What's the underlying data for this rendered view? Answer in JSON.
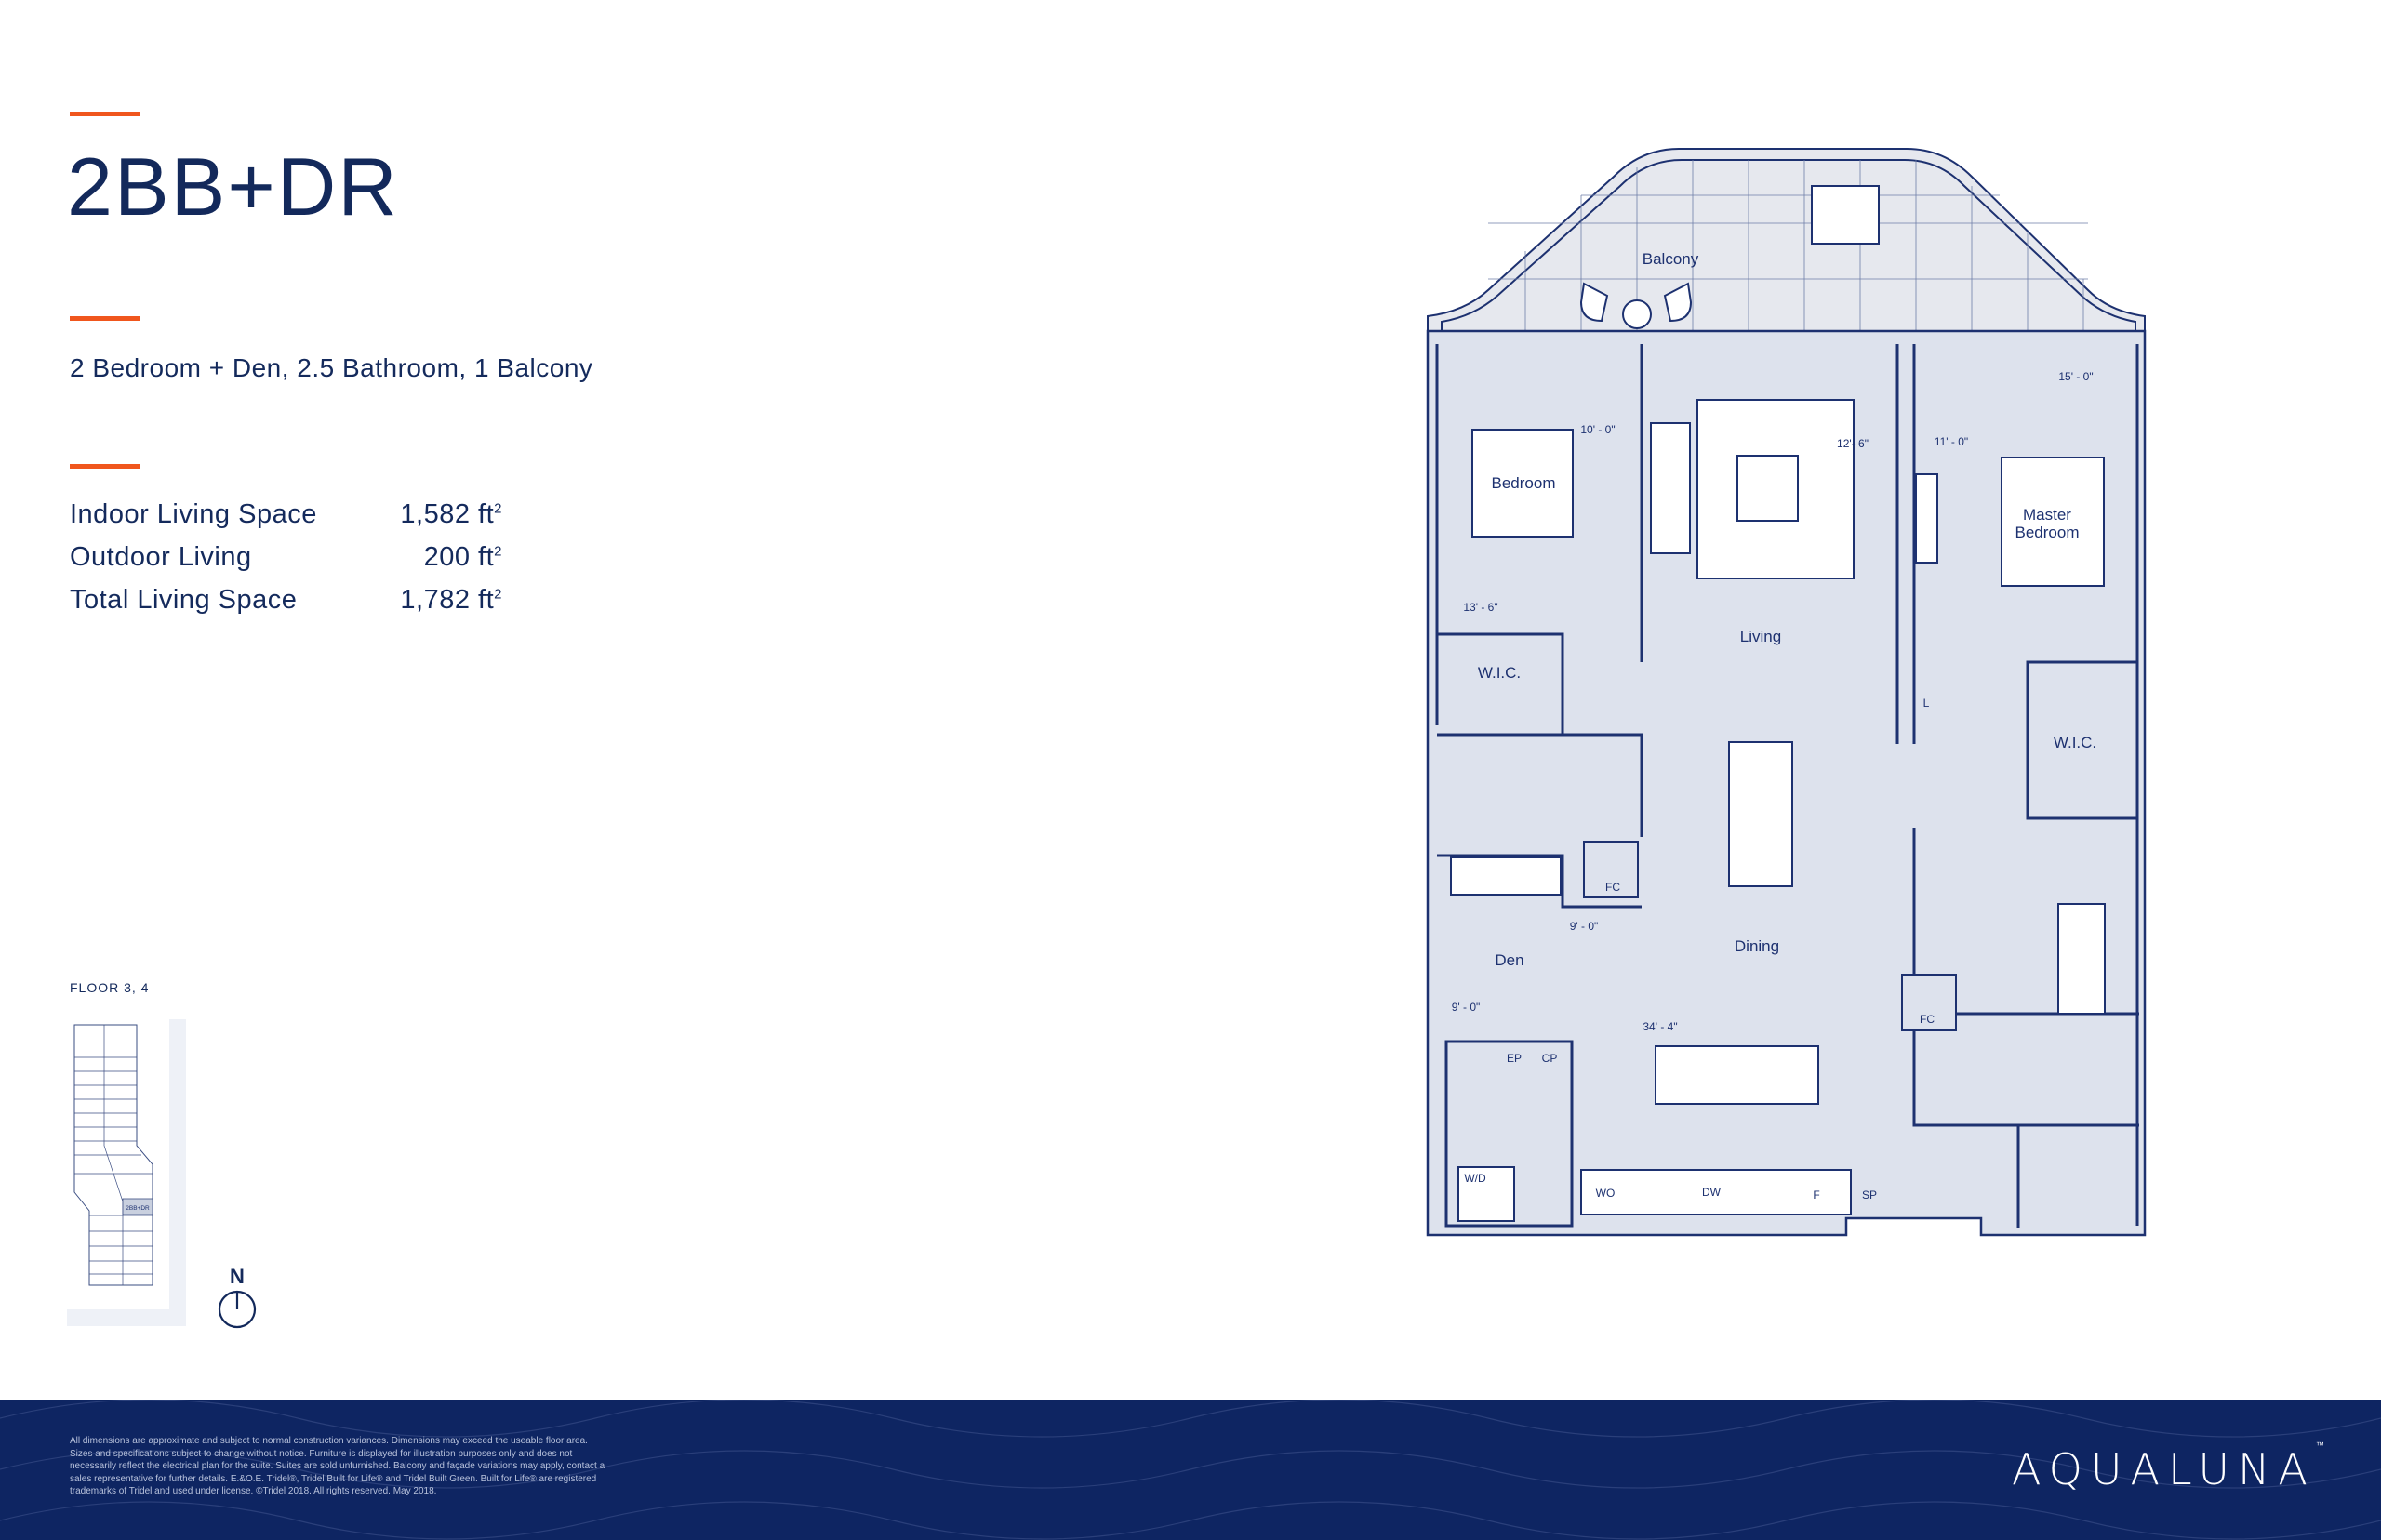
{
  "unit": {
    "title": "2BB+DR",
    "subtitle": "2 Bedroom + Den, 2.5 Bathroom, 1 Balcony",
    "stats": [
      {
        "label": "Indoor Living Space",
        "value": "1,582 ft",
        "unit_sup": "2"
      },
      {
        "label": "Outdoor Living",
        "value": "200 ft",
        "unit_sup": "2"
      },
      {
        "label": "Total Living Space",
        "value": "1,782 ft",
        "unit_sup": "2"
      }
    ]
  },
  "keyplan": {
    "floor_label": "FLOOR 3, 4",
    "unit_label": "2BB+DR",
    "compass_label": "N"
  },
  "plan": {
    "rooms": {
      "balcony": "Balcony",
      "bedroom": "Bedroom",
      "living": "Living",
      "master_1": "Master",
      "master_2": "Bedroom",
      "wic_left": "W.I.C.",
      "wic_right": "W.I.C.",
      "den": "Den",
      "dining": "Dining"
    },
    "dimensions": {
      "bedroom": "10' - 0\"",
      "bedroom_depth": "13' - 6\"",
      "living": "12'- 6\"",
      "master": "11' - 0\"",
      "master_depth": "15' - 0\"",
      "den": "9' - 0\"",
      "den_depth": "9' - 0\"",
      "overall": "34' - 4\""
    },
    "fixtures": {
      "fc_left": "FC",
      "fc_right": "FC",
      "linen": "L",
      "ep": "EP",
      "cp": "CP",
      "wd": "W/D",
      "wo": "WO",
      "dw": "DW",
      "fridge": "F",
      "sp": "SP"
    }
  },
  "footer": {
    "disclaimer": "All dimensions are approximate and subject to normal construction variances. Dimensions may exceed the useable floor area. Sizes and specifications subject to change without notice. Furniture is displayed for illustration purposes only and does not necessarily reflect the electrical plan for the suite. Suites are sold unfurnished. Balcony and façade variations may apply, contact a sales representative for further details. E.&O.E. Tridel®, Tridel Built for Life® and Tridel Built Green. Built for Life® are registered trademarks of Tridel and used under license. ©Tridel 2018. All rights reserved. May 2018.",
    "logo": "AQUALUNA",
    "logo_tm": "™"
  },
  "colors": {
    "navy": "#13295b",
    "accent": "#f0561d",
    "footer": "#0e2562",
    "plan_fill": "#dde2ed",
    "plan_line": "#1d3170"
  }
}
